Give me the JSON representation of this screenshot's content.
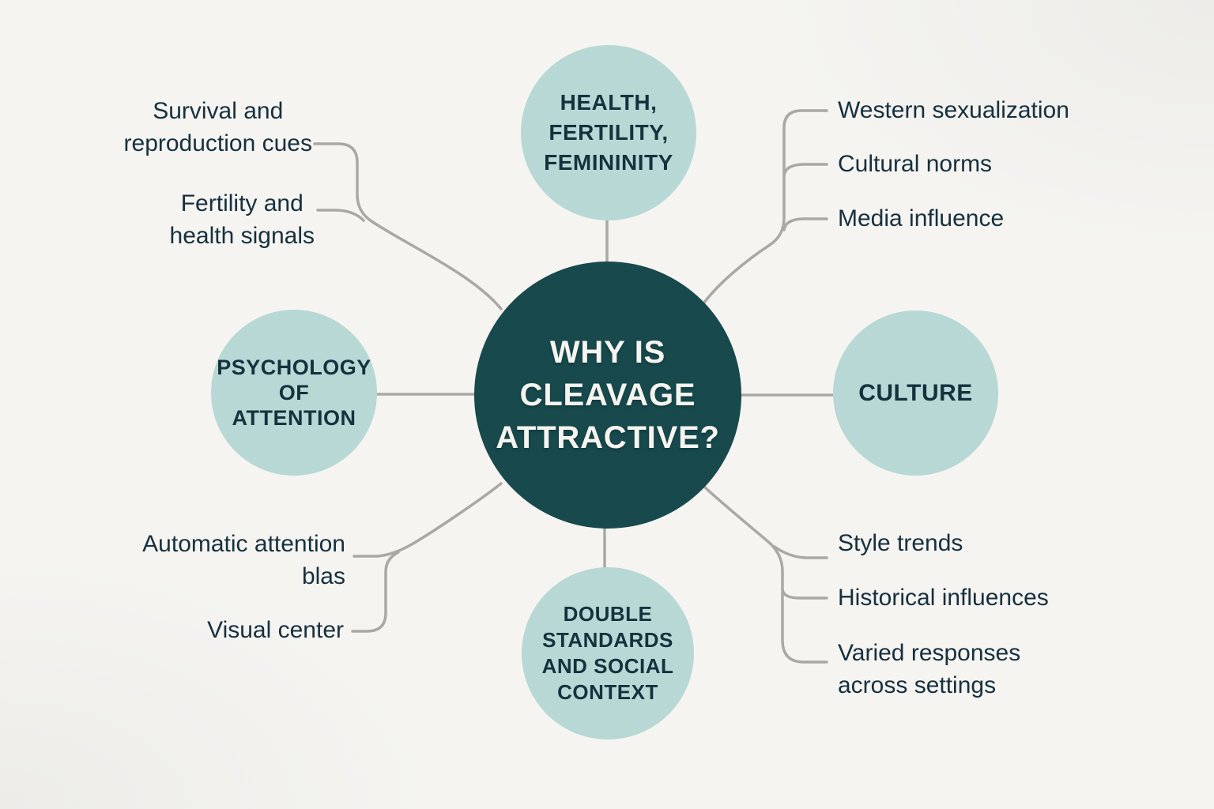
{
  "title": "Why is cleavage attractive mind map",
  "center_node": {
    "label": "WHY IS\nCLEAVAGE\nATTRACTIVE?"
  },
  "branch_nodes": {
    "health": {
      "label": "HEALTH,\nFERTILITY,\nFEMININITY"
    },
    "culture": {
      "label": "CULTURE"
    },
    "psychology": {
      "label": "PSYCHOLOGY\nOF\nATTENTION"
    },
    "double_standards": {
      "label": "DOUBLE\nSTANDARDS\nAND SOCIAL\nCONTEXT"
    }
  },
  "annotations": {
    "health_fertility": [
      "Survival and\nreproduction cues",
      "Fertility and\nhealth signals"
    ],
    "culture": [
      "Western sexualization",
      "Cultural norms",
      "Media influence"
    ],
    "psychology": [
      "Automatic attention\nblas",
      "Visual center"
    ],
    "double_standards": [
      "Style trends",
      "Historical influences",
      "Varied responses\nacross settings"
    ]
  },
  "colors": {
    "bg": "#f5f4f1",
    "center-circle": "#17494d",
    "branch-circle": "#b8d8d5",
    "circle-text": "#14323e",
    "annotation-text": "#16303e",
    "center-text": "#f5f4ef",
    "connector": "#aba7a3"
  }
}
